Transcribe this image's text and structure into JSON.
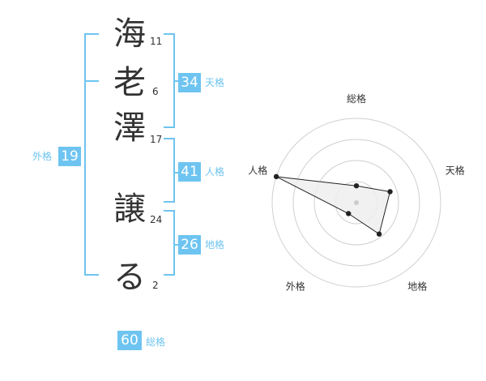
{
  "name": {
    "chars": [
      {
        "char": "海",
        "strokes": "11"
      },
      {
        "char": "老",
        "strokes": "6"
      },
      {
        "char": "澤",
        "strokes": "17"
      },
      {
        "char": "譲",
        "strokes": "24"
      },
      {
        "char": "る",
        "strokes": "2"
      }
    ]
  },
  "results": {
    "tenkaku": {
      "value": "34",
      "label": "天格"
    },
    "jinkaku": {
      "value": "41",
      "label": "人格"
    },
    "chikaku": {
      "value": "26",
      "label": "地格"
    },
    "gaikaku": {
      "value": "19",
      "label": "外格"
    },
    "soukaku": {
      "value": "60",
      "label": "総格"
    }
  },
  "chart_data": {
    "type": "radar",
    "axes": [
      "総格",
      "天格",
      "地格",
      "外格",
      "人格"
    ],
    "values": [
      0.2,
      0.42,
      0.46,
      0.16,
      1.0
    ],
    "range": [
      0,
      1
    ],
    "rings": 4,
    "colors": {
      "fill": "#eeeeee",
      "line": "#222222",
      "grid": "#d0d0d0",
      "center": "#cccccc"
    }
  }
}
